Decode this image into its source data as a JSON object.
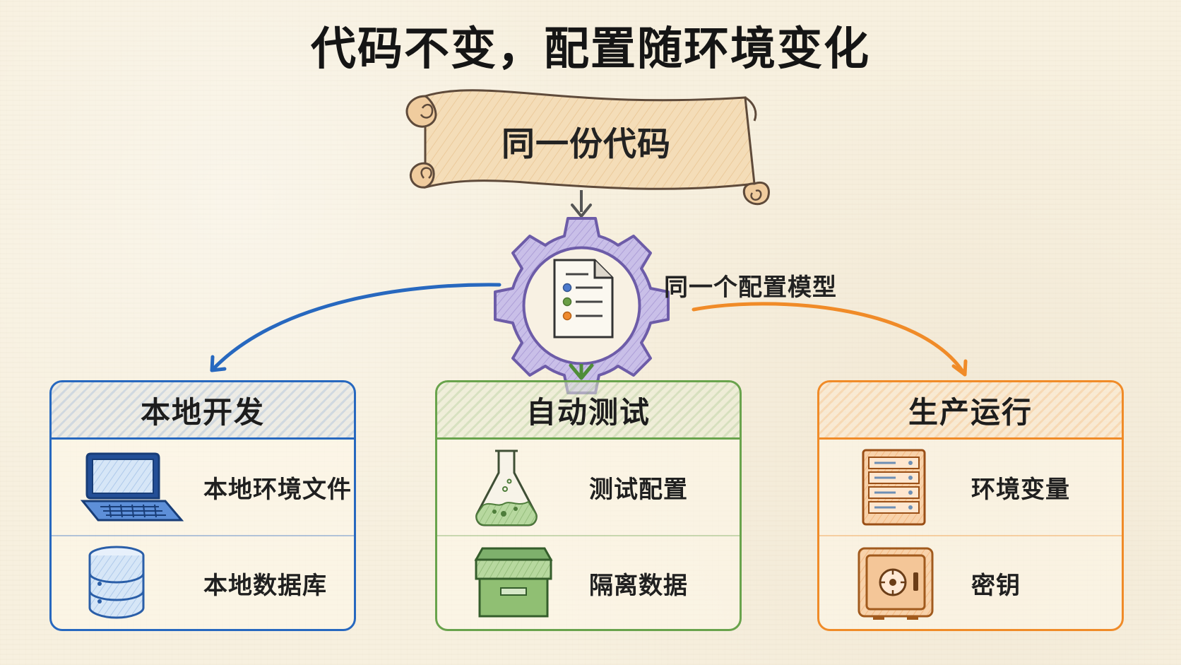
{
  "title": "代码不变，配置随环境变化",
  "source": {
    "label": "同一份代码"
  },
  "config": {
    "label": "同一个配置模型"
  },
  "environments": [
    {
      "title": "本地开发",
      "items": [
        {
          "label": "本地环境文件",
          "icon": "laptop-icon"
        },
        {
          "label": "本地数据库",
          "icon": "database-icon"
        }
      ],
      "color": "#2768bf"
    },
    {
      "title": "自动测试",
      "items": [
        {
          "label": "测试配置",
          "icon": "flask-icon"
        },
        {
          "label": "隔离数据",
          "icon": "box-icon"
        }
      ],
      "color": "#69a34c"
    },
    {
      "title": "生产运行",
      "items": [
        {
          "label": "环境变量",
          "icon": "server-rack-icon"
        },
        {
          "label": "密钥",
          "icon": "safe-icon"
        }
      ],
      "color": "#f08b28"
    }
  ],
  "colors": {
    "gear": "#7c67b3",
    "paper": "#f7f0df",
    "scroll_fill": "#f3d8b0",
    "arrow_gray": "#555555"
  }
}
